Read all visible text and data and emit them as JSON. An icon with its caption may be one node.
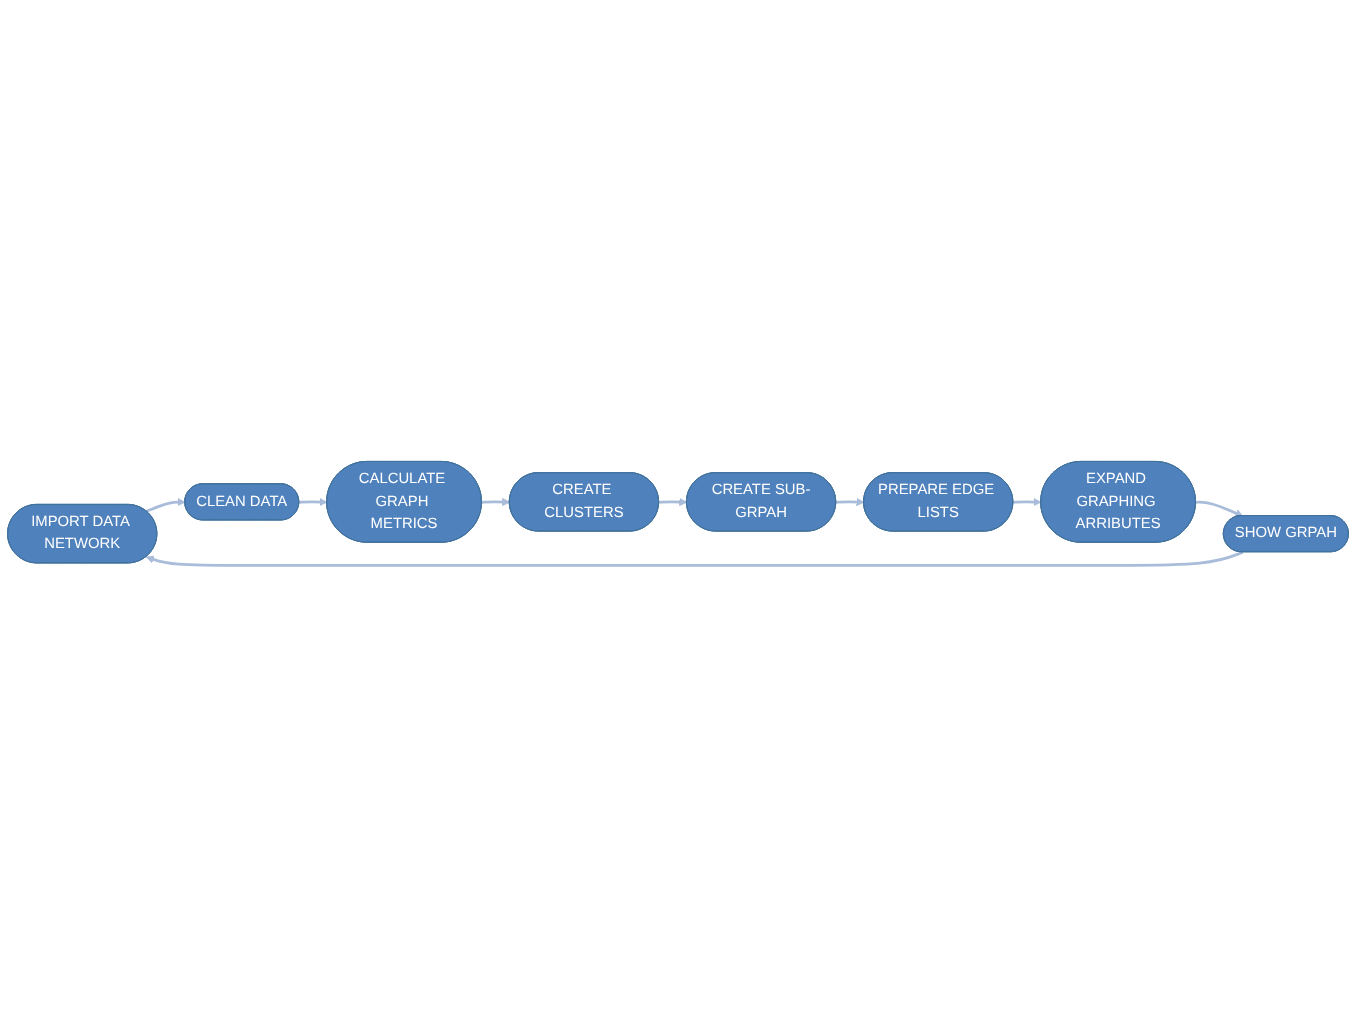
{
  "diagram": {
    "nodes": [
      {
        "text": [
          "IMPORT DATA NETWORK"
        ]
      },
      {
        "text": [
          "CLEAN DATA"
        ]
      },
      {
        "text": [
          "CALCULATE GRAPH METRICS"
        ]
      },
      {
        "text": [
          "CREATE CLUSTERS"
        ]
      },
      {
        "text": [
          "CREATE SUB-GRPAH"
        ]
      },
      {
        "text": [
          "PREPARE EDGE LISTS"
        ]
      },
      {
        "text": [
          "EXPAND GRAPHING ARRIBUTES"
        ]
      },
      {
        "text": [
          "SHOW GRPAH"
        ]
      }
    ],
    "edges": [
      {
        "from": 0,
        "to": 1,
        "arrow": "to"
      },
      {
        "from": 1,
        "to": 2,
        "arrow": "to"
      },
      {
        "from": 2,
        "to": 3,
        "arrow": "to"
      },
      {
        "from": 3,
        "to": 4,
        "arrow": "to"
      },
      {
        "from": 4,
        "to": 5,
        "arrow": "to"
      },
      {
        "from": 5,
        "to": 6,
        "arrow": "to"
      },
      {
        "from": 6,
        "to": 7,
        "arrow": "to"
      },
      {
        "from": 7,
        "to": 0,
        "arrow": "to"
      }
    ]
  }
}
